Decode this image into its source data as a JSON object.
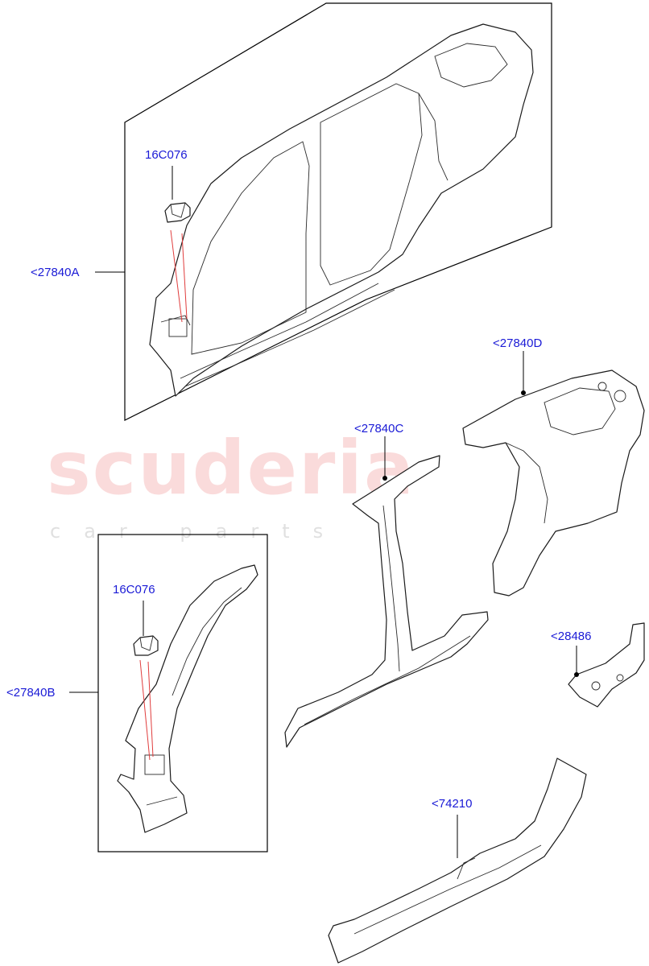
{
  "colors": {
    "callout_text": "#1a1ad6",
    "watermark": "#f08a8a",
    "watermark_sub": "#c7c7c7",
    "line": "#000000",
    "fastener_line": "#e03c3c"
  },
  "watermark": {
    "brand": "scuderia",
    "tagline": "car parts"
  },
  "callouts": {
    "c_16c076_top": "16C076",
    "c_27840a": "<27840A",
    "c_27840d": "<27840D",
    "c_27840c": "<27840C",
    "c_16c076_bottom": "16C076",
    "c_27840b": "<27840B",
    "c_28486": "<28486",
    "c_74210": "<74210"
  }
}
